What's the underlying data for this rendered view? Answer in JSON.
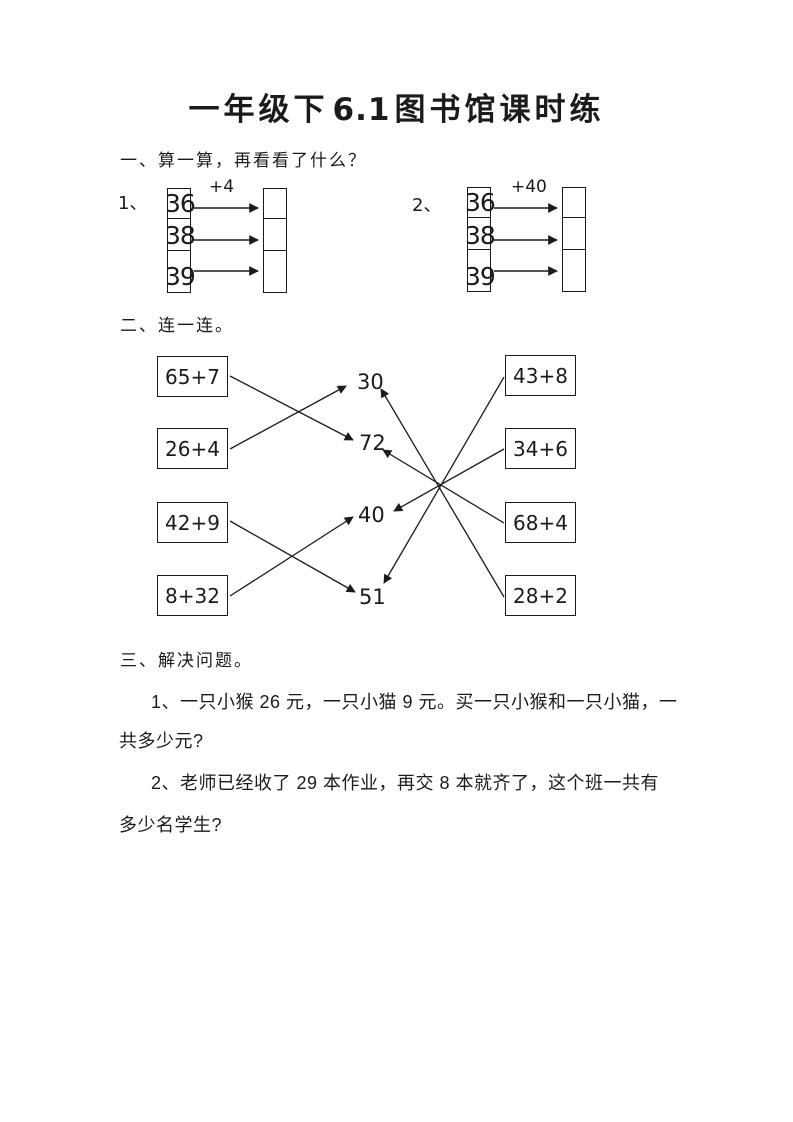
{
  "title": {
    "part1": "一年级下",
    "part2": "6.1",
    "part3": "图书馆课时练"
  },
  "section1": {
    "heading": "一、算一算，再看看了什么？",
    "problem1": {
      "label": "1、",
      "op": "+4",
      "rows": [
        "36",
        "38",
        "39"
      ]
    },
    "problem2": {
      "label": "2、",
      "op": "+40",
      "rows": [
        "36",
        "38",
        "39"
      ]
    }
  },
  "section2": {
    "heading": "二、连一连。",
    "left": [
      "65+7",
      "26+4",
      "42+9",
      "8+32"
    ],
    "middle": [
      "30",
      "72",
      "40",
      "51"
    ],
    "right": [
      "43+8",
      "34+6",
      "68+4",
      "28+2"
    ],
    "connections": [
      {
        "from": "65+7",
        "to": "72"
      },
      {
        "from": "26+4",
        "to": "30"
      },
      {
        "from": "42+9",
        "to": "51"
      },
      {
        "from": "8+32",
        "to": "40"
      },
      {
        "from": "43+8",
        "to": "51"
      },
      {
        "from": "34+6",
        "to": "40"
      },
      {
        "from": "68+4",
        "to": "72"
      },
      {
        "from": "28+2",
        "to": "30"
      }
    ]
  },
  "section3": {
    "heading": "三、解决问题。",
    "p1_line1": "1、一只小猴 26 元，一只小猫 9 元。买一只小猴和一只小猫，一",
    "p1_line2": "共多少元?",
    "p2_line1": "2、老师已经收了 29 本作业，再交 8 本就齐了，这个班一共有",
    "p2_line2": "多少名学生?"
  },
  "colors": {
    "ink": "#1b1b1b",
    "background": "#ffffff"
  }
}
